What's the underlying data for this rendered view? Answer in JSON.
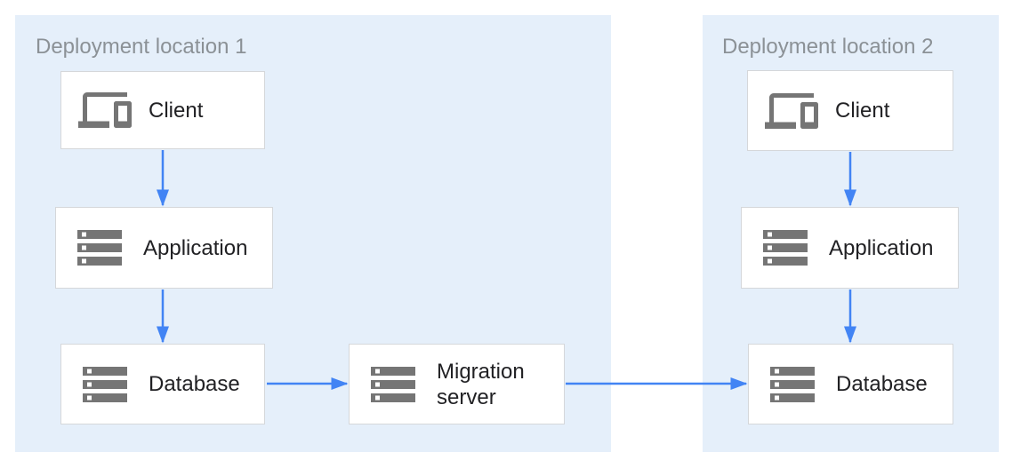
{
  "theme": {
    "canvas_bg": "#ffffff",
    "panel_fill": "#e5effa",
    "node_fill": "#ffffff",
    "node_border": "#d5d7da",
    "node_text": "#212124",
    "panel_title_color": "#8b9196",
    "icon_color": "#757575",
    "arrow_color": "#4284f4"
  },
  "panels": [
    {
      "title": "Deployment location 1"
    },
    {
      "title": "Deployment location 2"
    }
  ],
  "nodes": [
    {
      "id": "dl1-client",
      "label": "Client",
      "icon": "devices-icon"
    },
    {
      "id": "dl1-application",
      "label": "Application",
      "icon": "storage-icon"
    },
    {
      "id": "dl1-database",
      "label": "Database",
      "icon": "storage-icon"
    },
    {
      "id": "migration-server",
      "label": "Migration server",
      "icon": "storage-icon"
    },
    {
      "id": "dl2-client",
      "label": "Client",
      "icon": "devices-icon"
    },
    {
      "id": "dl2-application",
      "label": "Application",
      "icon": "storage-icon"
    },
    {
      "id": "dl2-database",
      "label": "Database",
      "icon": "storage-icon"
    }
  ],
  "edges": [
    {
      "from": "dl1-client",
      "to": "dl1-application"
    },
    {
      "from": "dl1-application",
      "to": "dl1-database"
    },
    {
      "from": "dl1-database",
      "to": "migration-server"
    },
    {
      "from": "migration-server",
      "to": "dl2-database"
    },
    {
      "from": "dl2-client",
      "to": "dl2-application"
    },
    {
      "from": "dl2-application",
      "to": "dl2-database"
    }
  ]
}
